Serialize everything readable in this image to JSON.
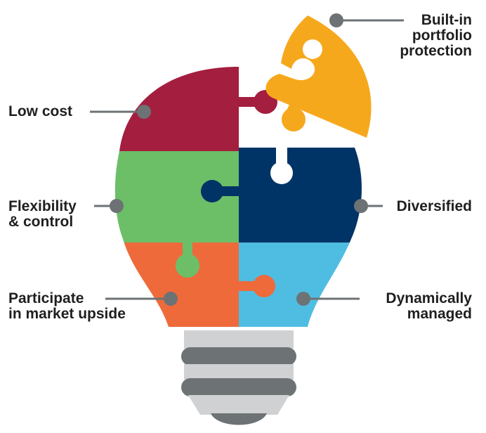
{
  "labels": {
    "built_in": [
      "Built-in",
      "portfolio",
      "protection"
    ],
    "low_cost": [
      "Low cost"
    ],
    "flexibility": [
      "Flexibility",
      "& control"
    ],
    "diversified": [
      "Diversified"
    ],
    "participate": [
      "Participate",
      "in market upside"
    ],
    "dynamically": [
      "Dynamically",
      "managed"
    ]
  },
  "colors": {
    "maroon": "#a41e3f",
    "orange_gold": "#f6a81c",
    "green": "#6cbf67",
    "navy": "#003366",
    "coral": "#ee6a3b",
    "sky": "#4fbde2",
    "leader": "#6d7274",
    "base_light": "#cfd1d2",
    "base_dark": "#6d7274"
  }
}
